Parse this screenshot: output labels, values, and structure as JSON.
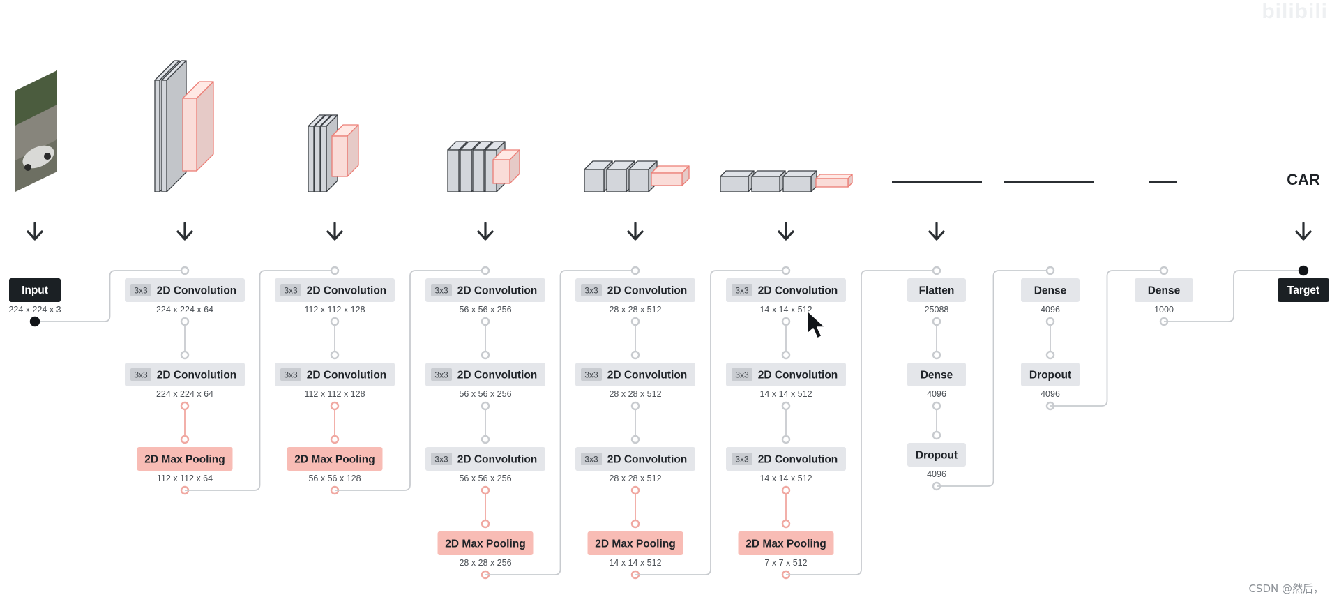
{
  "title": "CAR",
  "input": {
    "label": "Input",
    "dims": "224 x 224 x 3"
  },
  "target": {
    "label": "Target"
  },
  "blocks": [
    {
      "layers": [
        {
          "type": "conv",
          "kernel": "3x3",
          "label": "2D Convolution",
          "dims": "224 x 224 x 64"
        },
        {
          "type": "conv",
          "kernel": "3x3",
          "label": "2D Convolution",
          "dims": "224 x 224 x 64"
        },
        {
          "type": "pool",
          "label": "2D Max Pooling",
          "dims": "112 x 112 x 64"
        }
      ]
    },
    {
      "layers": [
        {
          "type": "conv",
          "kernel": "3x3",
          "label": "2D Convolution",
          "dims": "112 x 112 x 128"
        },
        {
          "type": "conv",
          "kernel": "3x3",
          "label": "2D Convolution",
          "dims": "112 x 112 x 128"
        },
        {
          "type": "pool",
          "label": "2D Max Pooling",
          "dims": "56 x 56 x 128"
        }
      ]
    },
    {
      "layers": [
        {
          "type": "conv",
          "kernel": "3x3",
          "label": "2D Convolution",
          "dims": "56 x 56 x 256"
        },
        {
          "type": "conv",
          "kernel": "3x3",
          "label": "2D Convolution",
          "dims": "56 x 56 x 256"
        },
        {
          "type": "conv",
          "kernel": "3x3",
          "label": "2D Convolution",
          "dims": "56 x 56 x 256"
        },
        {
          "type": "pool",
          "label": "2D Max Pooling",
          "dims": "28 x 28 x 256"
        }
      ]
    },
    {
      "layers": [
        {
          "type": "conv",
          "kernel": "3x3",
          "label": "2D Convolution",
          "dims": "28 x 28 x 512"
        },
        {
          "type": "conv",
          "kernel": "3x3",
          "label": "2D Convolution",
          "dims": "28 x 28 x 512"
        },
        {
          "type": "conv",
          "kernel": "3x3",
          "label": "2D Convolution",
          "dims": "28 x 28 x 512"
        },
        {
          "type": "pool",
          "label": "2D Max Pooling",
          "dims": "14 x 14 x 512"
        }
      ]
    },
    {
      "layers": [
        {
          "type": "conv",
          "kernel": "3x3",
          "label": "2D Convolution",
          "dims": "14 x 14 x 512"
        },
        {
          "type": "conv",
          "kernel": "3x3",
          "label": "2D Convolution",
          "dims": "14 x 14 x 512"
        },
        {
          "type": "conv",
          "kernel": "3x3",
          "label": "2D Convolution",
          "dims": "14 x 14 x 512"
        },
        {
          "type": "pool",
          "label": "2D Max Pooling",
          "dims": "7 x 7 x 512"
        }
      ]
    },
    {
      "layers": [
        {
          "type": "fc",
          "label": "Flatten",
          "dims": "25088"
        },
        {
          "type": "fc",
          "label": "Dense",
          "dims": "4096"
        },
        {
          "type": "fc",
          "label": "Dropout",
          "dims": "4096"
        }
      ]
    },
    {
      "layers": [
        {
          "type": "fc",
          "label": "Dense",
          "dims": "4096"
        },
        {
          "type": "fc",
          "label": "Dropout",
          "dims": "4096"
        }
      ]
    },
    {
      "layers": [
        {
          "type": "fc",
          "label": "Dense",
          "dims": "1000"
        }
      ]
    }
  ],
  "icons": {
    "arrow": "down-arrow-icon",
    "cursor": "mouse-pointer-icon",
    "input_image": "car-photo-thumbnail"
  },
  "colors": {
    "dark_node": "#1b2024",
    "conv_fill": "#e4e6ea",
    "kernel_tag": "#c9ccd1",
    "pool_fill": "#f8bcb5",
    "connector": "#c8cbcf",
    "pool_connector": "#f0a8a1",
    "cube_fill": "#d3d6db",
    "cube_stroke": "#3b3f44",
    "feature_fill": "#fadcd8",
    "feature_stroke": "#ec7e76"
  },
  "watermark": "CSDN @然后，",
  "player_logo": "bilibili"
}
